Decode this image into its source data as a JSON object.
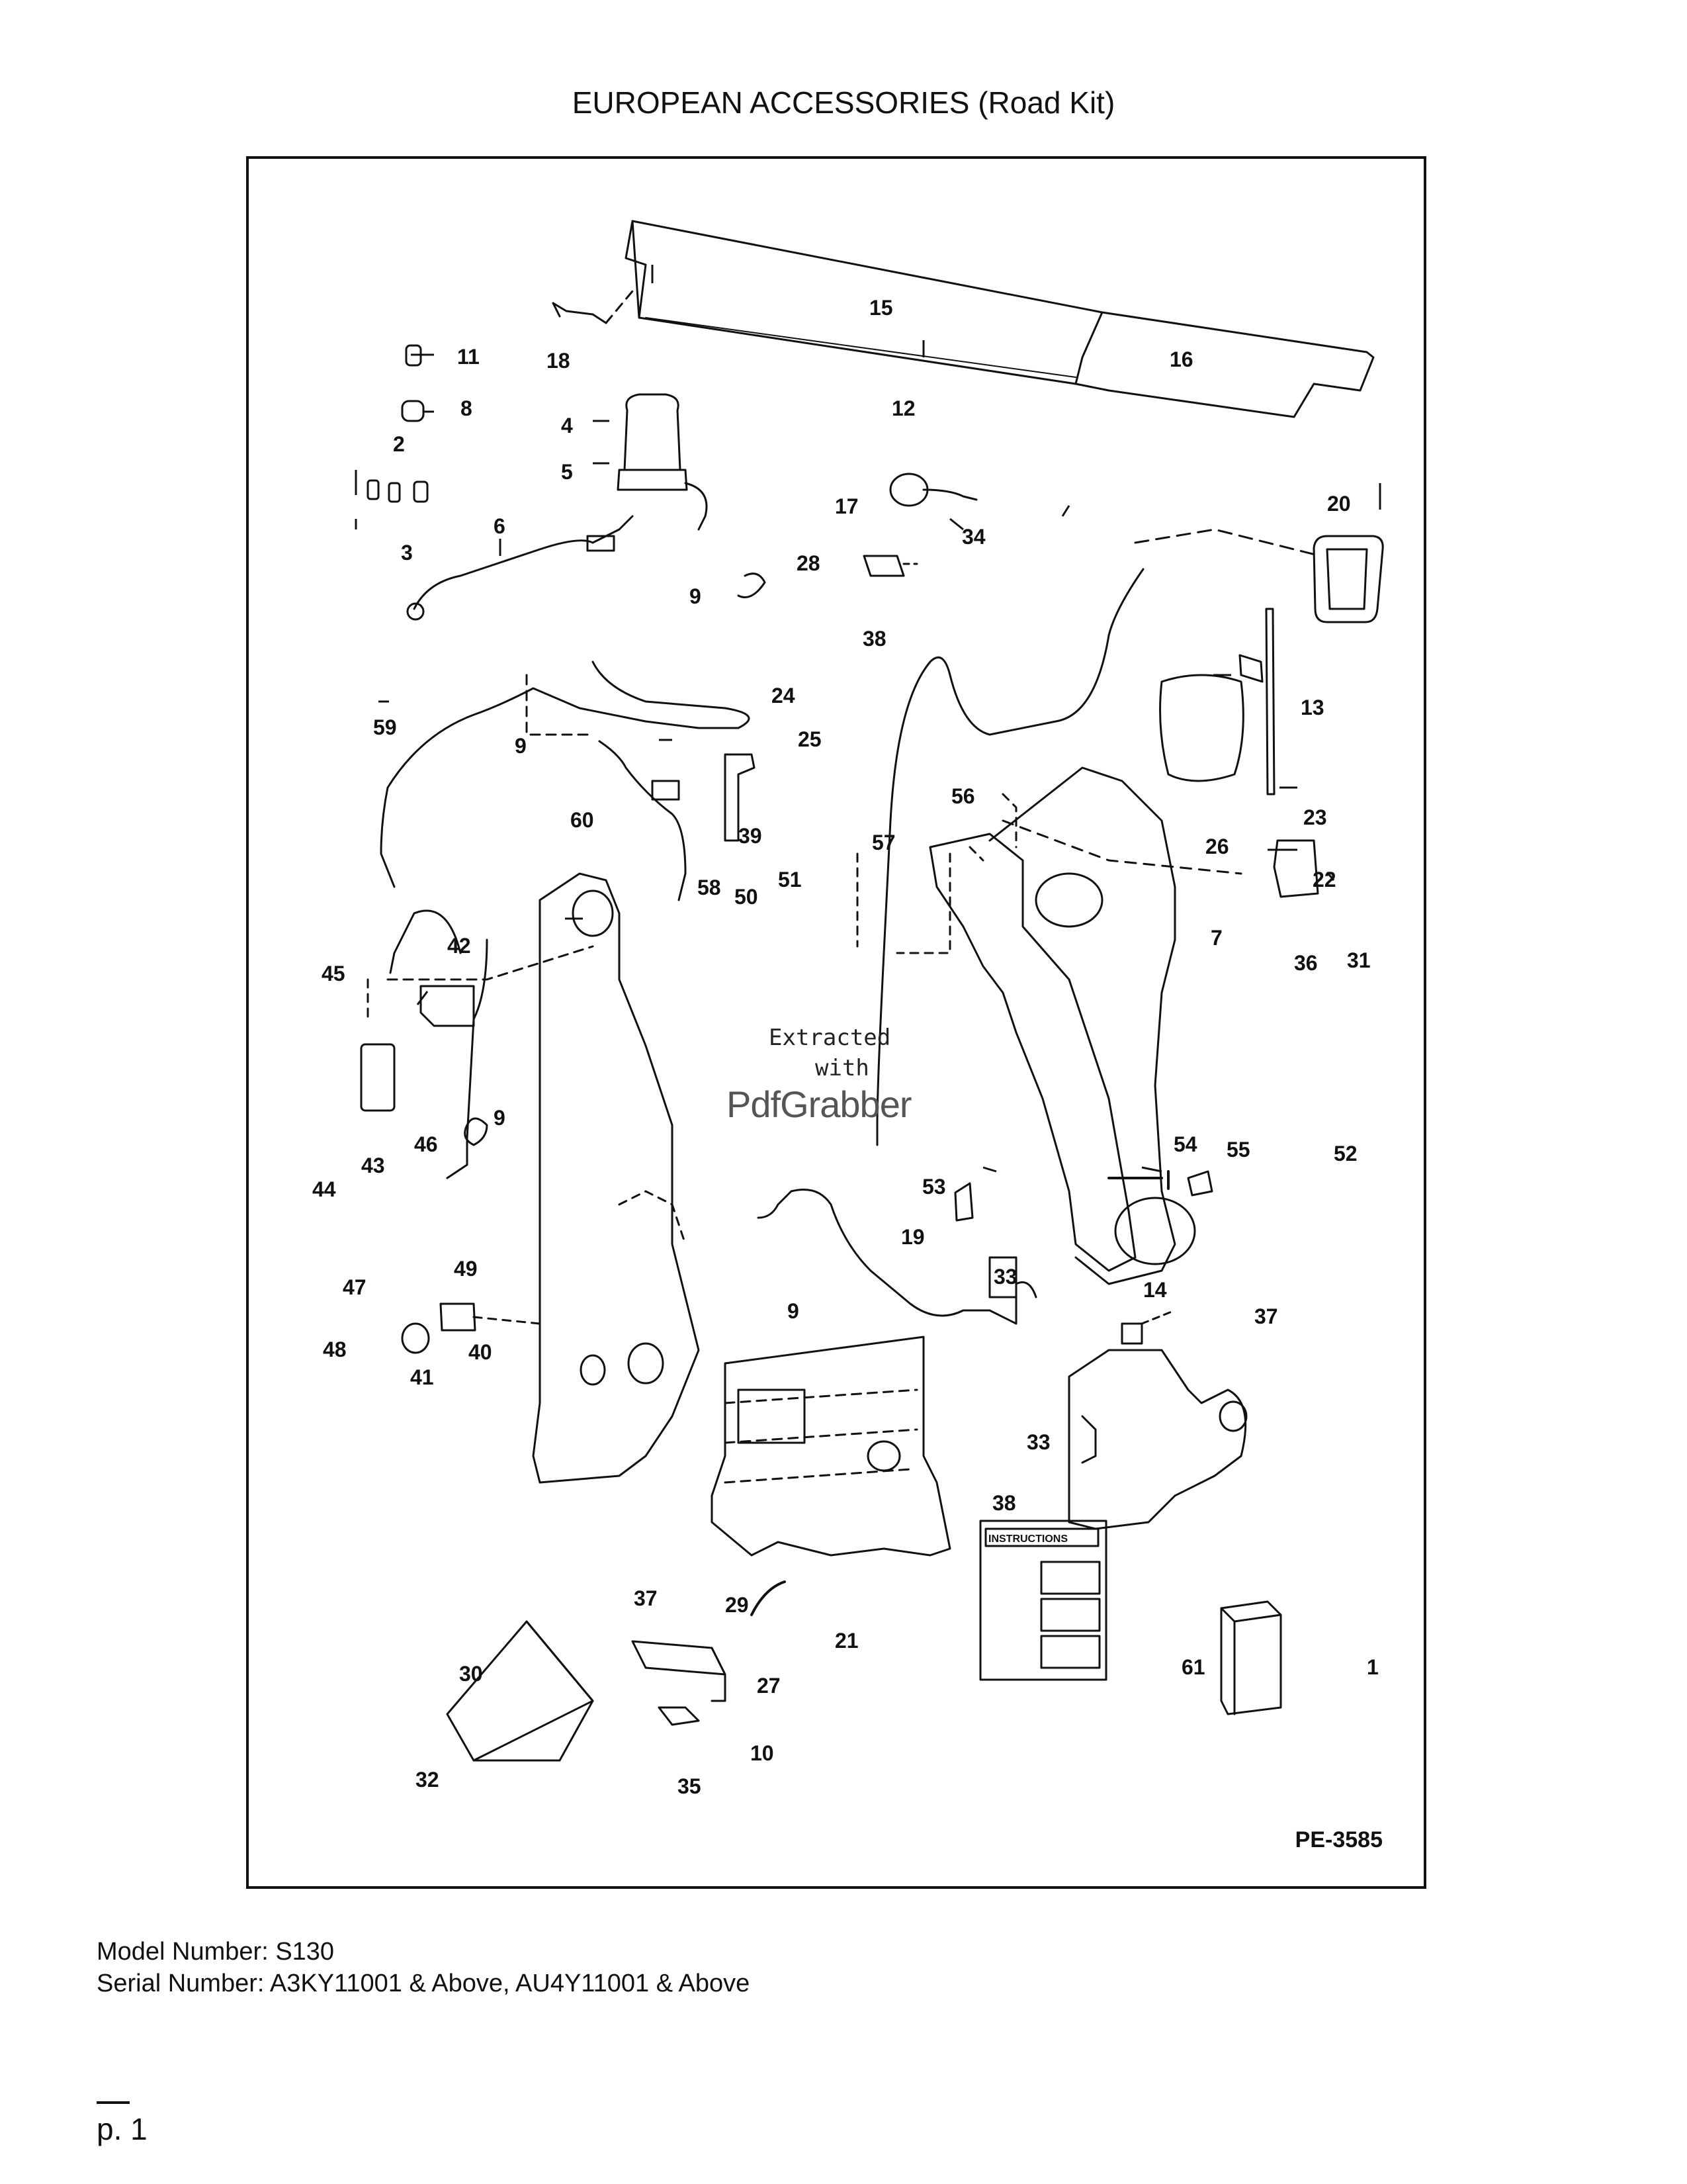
{
  "document": {
    "title": "EUROPEAN ACCESSORIES (Road Kit)",
    "drawing_code": "PE-3585",
    "model_number": "Model Number: S130",
    "serial_number": "Serial Number: A3KY11001 & Above, AU4Y11001 & Above",
    "page": "p. 1"
  },
  "diagram": {
    "instructions_label": "INSTRUCTIONS",
    "callouts": [
      "1",
      "2",
      "3",
      "4",
      "5",
      "6",
      "7",
      "8",
      "9",
      "10",
      "11",
      "12",
      "13",
      "14",
      "15",
      "16",
      "17",
      "18",
      "19",
      "20",
      "21",
      "22",
      "23",
      "24",
      "25",
      "26",
      "27",
      "28",
      "29",
      "30",
      "31",
      "32",
      "33",
      "34",
      "35",
      "36",
      "37",
      "38",
      "39",
      "40",
      "41",
      "42",
      "43",
      "44",
      "45",
      "46",
      "47",
      "48",
      "49",
      "50",
      "51",
      "52",
      "53",
      "54",
      "55",
      "56",
      "57",
      "58",
      "59",
      "60",
      "61"
    ]
  },
  "watermark": {
    "line1": "Extracted",
    "line2": "with",
    "brand_part1": "Pdf",
    "brand_part2": "Grabber"
  }
}
